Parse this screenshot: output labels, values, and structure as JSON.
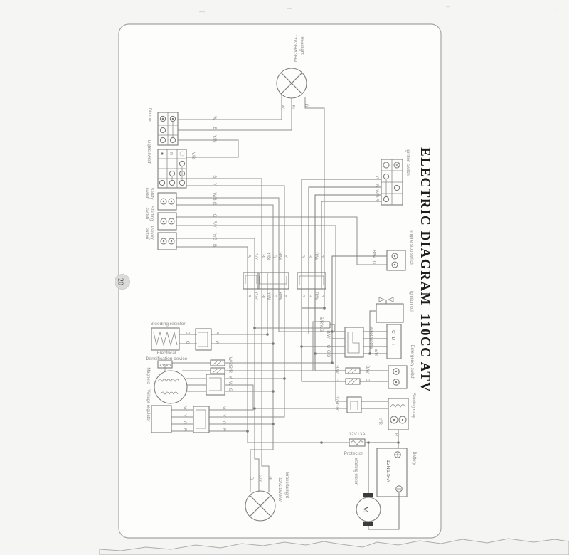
{
  "page": {
    "number": "20"
  },
  "title": {
    "line1": "ELECTRIC DIAGRAM",
    "line2": "110CC ATV"
  },
  "codes": {
    "W": "W",
    "Bl": "Bl",
    "Y": "Y",
    "G": "G",
    "B": "B",
    "R": "R",
    "Y/Bl": "Y/Bl",
    "B/W": "B/W",
    "W/B": "W/B",
    "G/Y": "G/Y",
    "R/Y": "R/Y",
    "Y/G": "Y/G",
    "B/R": "B/R",
    "Y/R": "Y/R",
    "G/B": "G/B",
    "W/Bl": "W/Bl"
  },
  "components": {
    "headlight": {
      "name": "Headlight",
      "spec": "12V/35W/35W"
    },
    "dimmer": {
      "name": "Dimmer"
    },
    "lights_switch": {
      "name": "Lights switch",
      "sym": "R"
    },
    "safety_switch": {
      "line1": "Safety",
      "line2": "switch"
    },
    "starting_switch": {
      "line1": "Starting",
      "line2": "switch"
    },
    "parking_button": {
      "line1": "Parking",
      "line2": "button"
    },
    "ignition_switch": {
      "name": "ignition switch"
    },
    "engine_stop_switch": {
      "name": "engine stop switch"
    },
    "ignition_coil": {
      "name": "Ignition coil"
    },
    "cdi": {
      "name": "C D I"
    },
    "emergency_switch": {
      "name": "Emergency switch"
    },
    "starting_relay": {
      "name": "Starting relay"
    },
    "protector": {
      "name": "Protector",
      "rating": "12V13A"
    },
    "battery": {
      "name": "Battery",
      "model": "12N6.5-A"
    },
    "starting_motor": {
      "name": "Starting motor",
      "symbol": "M"
    },
    "brake_taillight": {
      "name": "Brake/taillight",
      "spec": "12V21W/5W"
    },
    "bleeding_resistor": {
      "name": "Bleeding resistor"
    },
    "densification_device": {
      "line1": "Electrical",
      "line2": "Densification device"
    },
    "magneto": {
      "name": "Magneto"
    },
    "voltage_regulator": {
      "name": "Voltage regulator"
    }
  }
}
